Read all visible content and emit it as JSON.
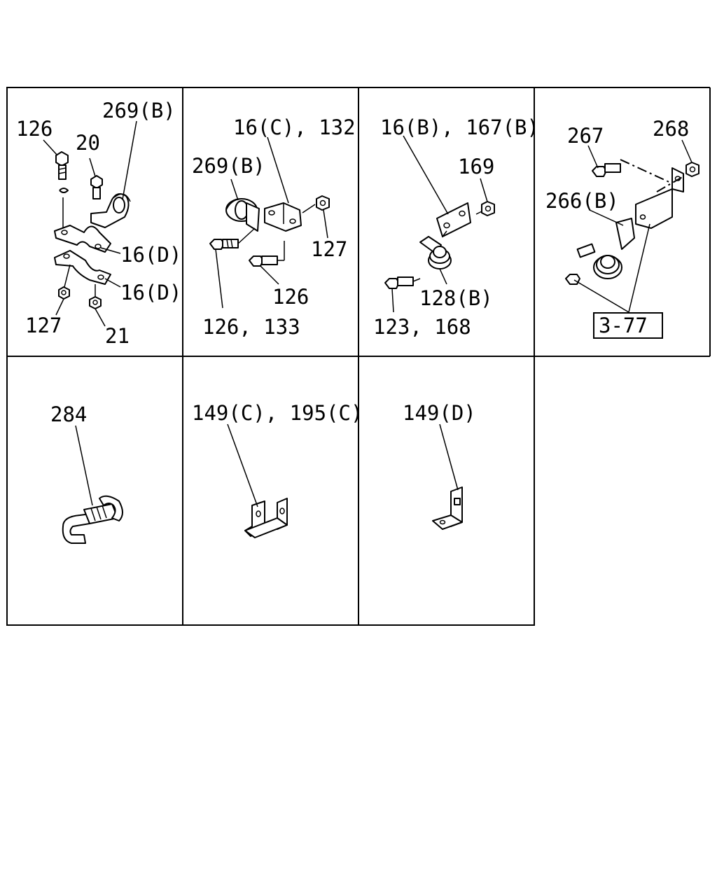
{
  "panels": [
    {
      "labels": {
        "l126": "126",
        "l20": "20",
        "l269b": "269(B)",
        "l16d_a": "16(D)",
        "l16d_b": "16(D)",
        "l127": "127",
        "l21": "21"
      }
    },
    {
      "labels": {
        "l16c132": "16(C), 132",
        "l269b": "269(B)",
        "l127": "127",
        "l126": "126",
        "l126133": "126, 133"
      }
    },
    {
      "labels": {
        "l16b167b": "16(B), 167(B)",
        "l169": "169",
        "l128b": "128(B)",
        "l123168": "123, 168"
      }
    },
    {
      "labels": {
        "l267": "267",
        "l268": "268",
        "l266b": "266(B)",
        "ref": "3-77"
      }
    },
    {
      "labels": {
        "l284": "284"
      }
    },
    {
      "labels": {
        "l149c195c": "149(C), 195(C)"
      }
    },
    {
      "labels": {
        "l149d": "149(D)"
      }
    }
  ]
}
